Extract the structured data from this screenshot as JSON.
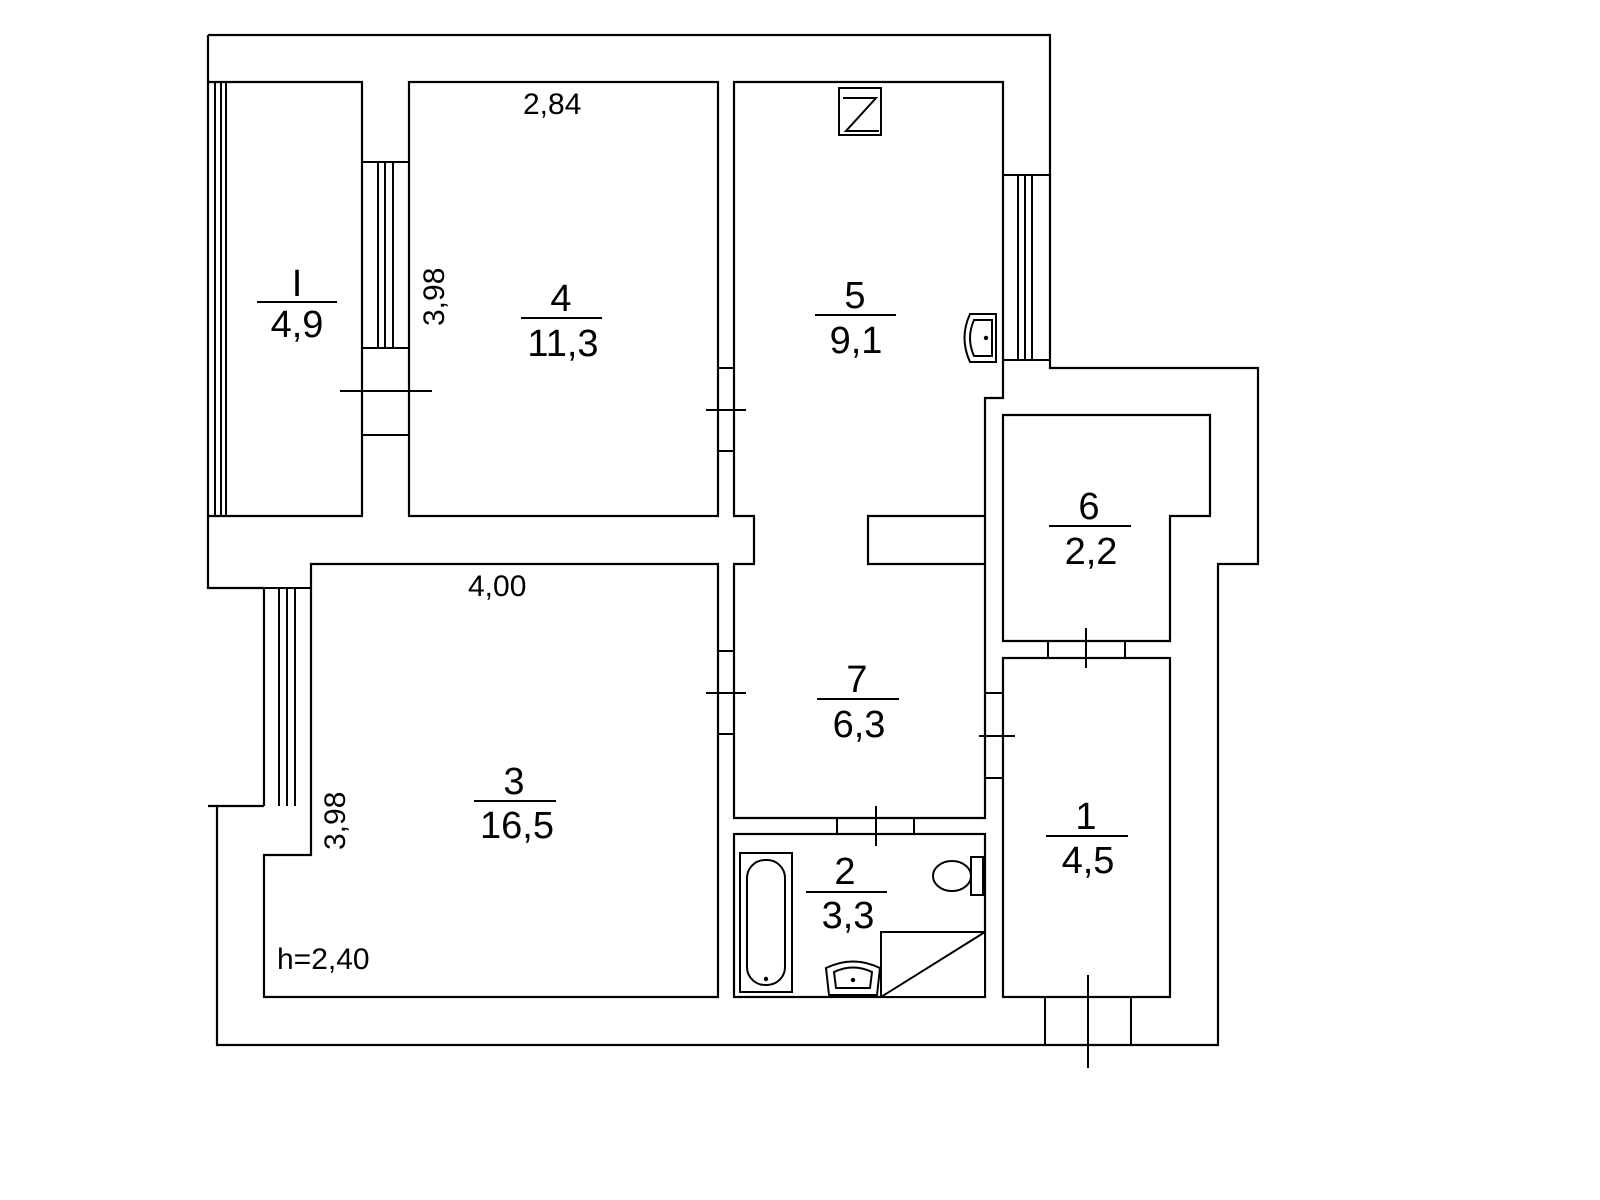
{
  "rooms": [
    {
      "id": "balcony",
      "number": "I",
      "area": "4,9"
    },
    {
      "id": "room4",
      "number": "4",
      "area": "11,3"
    },
    {
      "id": "room5",
      "number": "5",
      "area": "9,1"
    },
    {
      "id": "room6",
      "number": "6",
      "area": "2,2"
    },
    {
      "id": "room7",
      "number": "7",
      "area": "6,3"
    },
    {
      "id": "room3",
      "number": "3",
      "area": "16,5"
    },
    {
      "id": "room2",
      "number": "2",
      "area": "3,3"
    },
    {
      "id": "room1",
      "number": "1",
      "area": "4,5"
    }
  ],
  "dimensions": {
    "room4_width": "2,84",
    "room4_length": "3,98",
    "room3_width": "4,00",
    "room3_length": "3,98"
  },
  "ceiling_height": "h=2,40",
  "colors": {
    "line": "#000000",
    "background": "#ffffff"
  }
}
